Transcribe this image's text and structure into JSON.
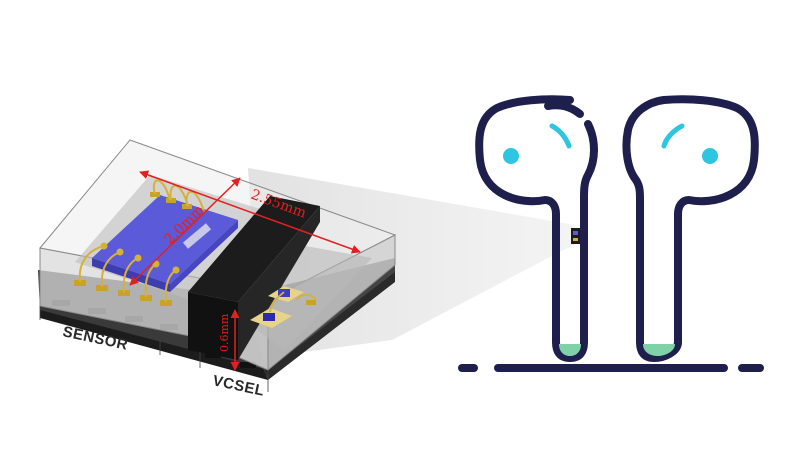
{
  "labels": {
    "sensor": "SENSOR",
    "vcsel": "VCSEL",
    "dim_length": "2.55mm",
    "dim_width": "2.0mm",
    "dim_height": "0.6mm"
  },
  "colors": {
    "dimension": "#e32020",
    "earbud_outline": "#1e1f4d",
    "earbud_accent": "#2ec5e0",
    "earbud_tip": "#7fd1a8",
    "sensor_die": "#5b5bd9",
    "bond_wire": "#d6b13a",
    "shield": "#1c1c1c"
  }
}
